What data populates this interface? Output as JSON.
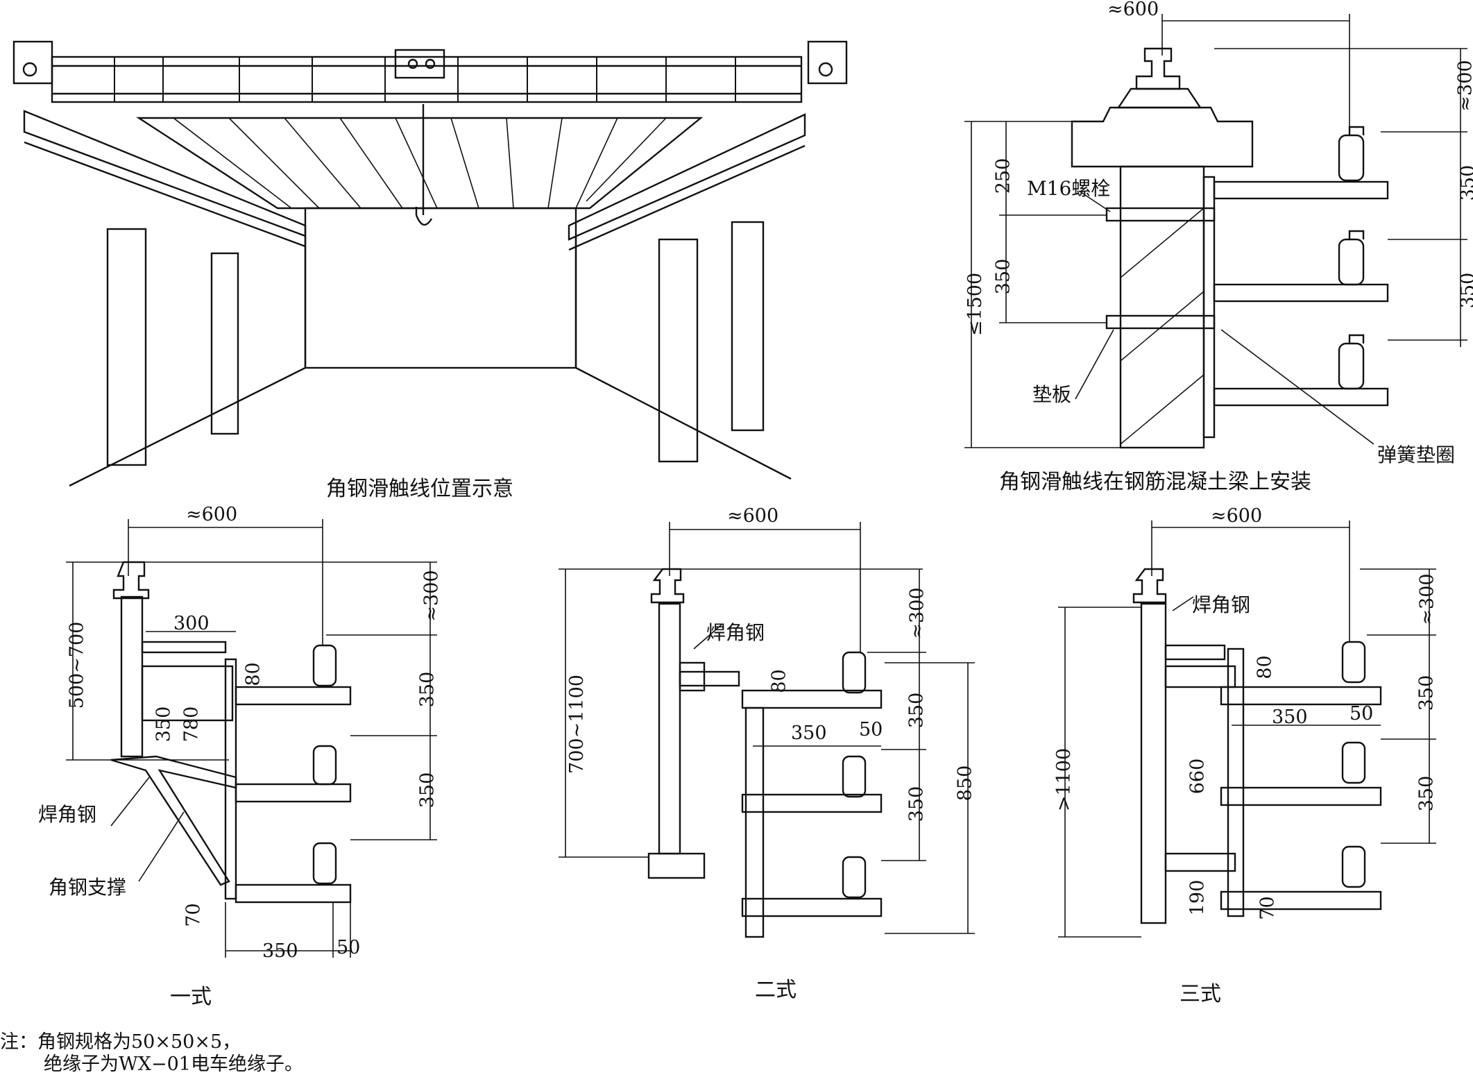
{
  "perspective": {
    "caption": "角钢滑触线位置示意"
  },
  "beam_install": {
    "caption": "角钢滑触线在钢筋混凝土梁上安装",
    "dims": {
      "top": "≈600",
      "right1": "≈300",
      "right2": "350",
      "right3": "350",
      "left_total": "≤1500",
      "left1": "250",
      "left2": "350"
    },
    "labels": {
      "bolt": "M16螺栓",
      "pad": "垫板",
      "washer": "弹簧垫圈"
    }
  },
  "type1": {
    "caption": "一式",
    "dims": {
      "top": "≈600",
      "left": "500~700",
      "d300": "300",
      "d80": "80",
      "d350v": "350",
      "d780": "780",
      "r300": "≈300",
      "r350a": "350",
      "r350b": "350",
      "d70": "70",
      "b350": "350",
      "b50": "50"
    },
    "labels": {
      "weld": "焊角钢",
      "brace": "角钢支撑"
    }
  },
  "type2": {
    "caption": "二式",
    "dims": {
      "top": "≈600",
      "left": "700~1100",
      "d80": "80",
      "d350": "350",
      "d50": "50",
      "r300": "≈300",
      "r350a": "350",
      "r350b": "350",
      "r850": "850"
    },
    "labels": {
      "weld": "焊角钢"
    }
  },
  "type3": {
    "caption": "三式",
    "dims": {
      "top": "≈600",
      "left": ">1100",
      "d80": "80",
      "d350": "350",
      "d50": "50",
      "d660": "660",
      "d190": "190",
      "d70": "70",
      "r300": "≈300",
      "r350a": "350",
      "r350b": "350"
    },
    "labels": {
      "weld": "焊角钢"
    }
  },
  "note": {
    "line1": "注：角钢规格为50×50×5，",
    "line2": "绝缘子为WX−01电车绝缘子。"
  }
}
